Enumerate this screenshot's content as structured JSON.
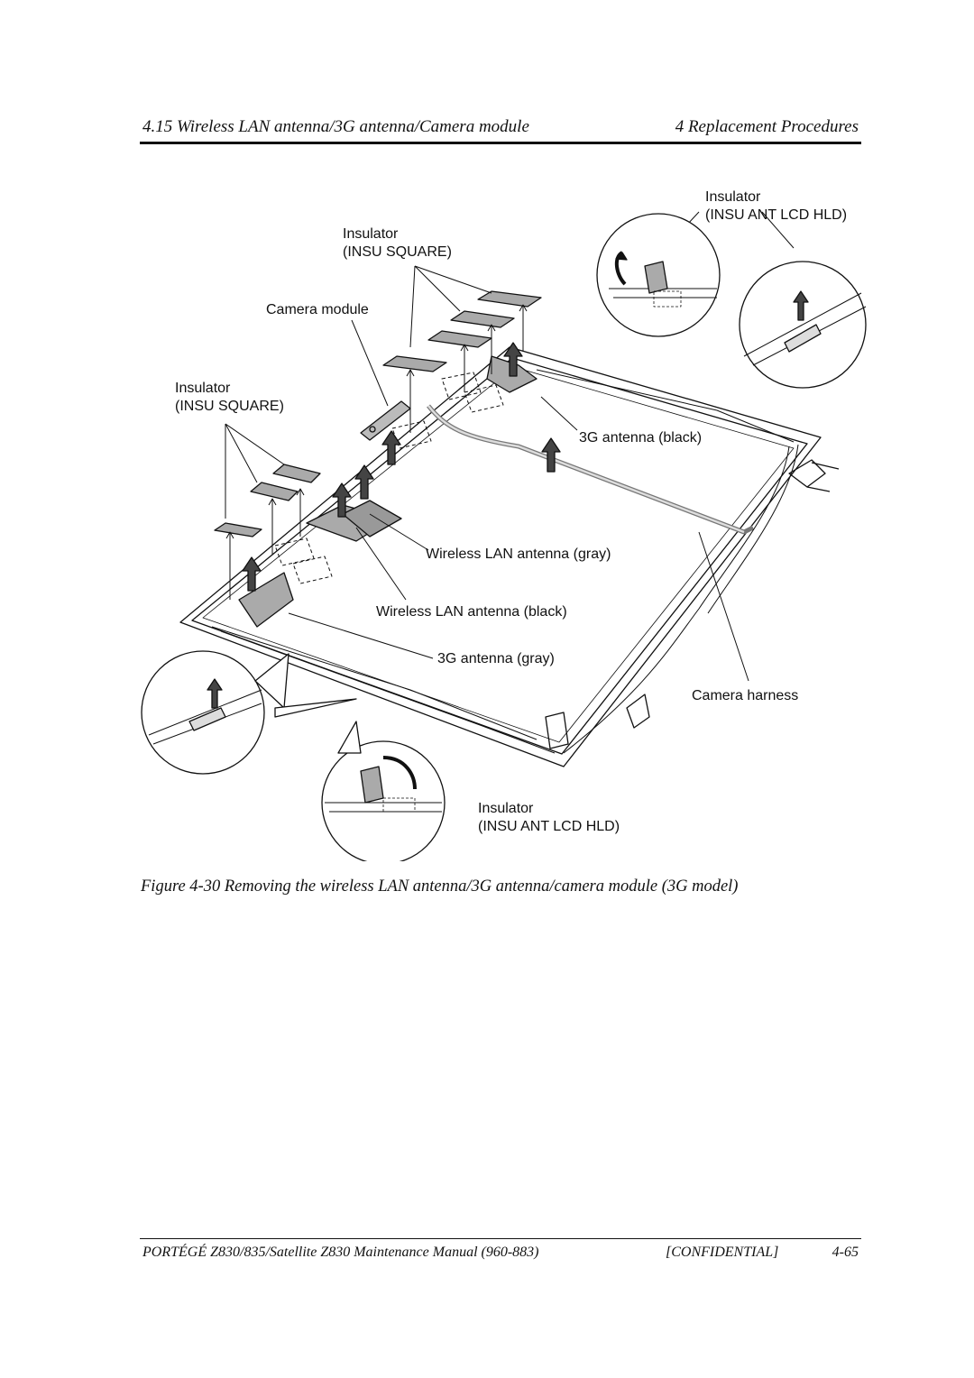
{
  "header": {
    "section_title": "4.15  Wireless LAN antenna/3G antenna/Camera module",
    "chapter": "4 Replacement Procedures"
  },
  "figure": {
    "labels": {
      "insulator_top_right_1": "Insulator",
      "insulator_top_right_2": "(INSU ANT LCD HLD)",
      "insulator_top_center_1": "Insulator",
      "insulator_top_center_2": "(INSU SQUARE)",
      "camera_module": "Camera module",
      "insulator_left_1": "Insulator",
      "insulator_left_2": "(INSU SQUARE)",
      "antenna_3g_black": "3G antenna (black)",
      "wlan_antenna_gray": "Wireless LAN antenna (gray)",
      "wlan_antenna_black": "Wireless LAN antenna (black)",
      "antenna_3g_gray": "3G antenna (gray)",
      "camera_harness": "Camera harness",
      "insulator_bottom_1": "Insulator",
      "insulator_bottom_2": "(INSU ANT LCD HLD)"
    },
    "caption": "Figure 4-30   Removing the wireless LAN antenna/3G antenna/camera module (3G model)"
  },
  "footer": {
    "manual": "PORTÉGÉ Z830/835/Satellite Z830 Maintenance Manual (960-883)",
    "confidential": "[CONFIDENTIAL]",
    "page": "4-65"
  }
}
